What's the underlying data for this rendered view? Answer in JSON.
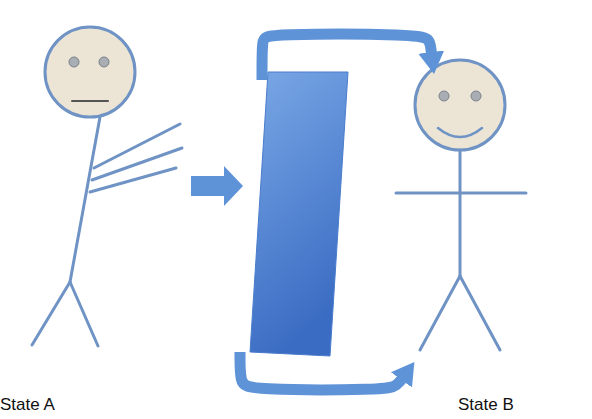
{
  "diagram": {
    "nodes": [
      {
        "text": [
          "State A"
        ]
      },
      {
        "text": [
          "State B"
        ]
      }
    ],
    "edges": [
      {
        "from": 0,
        "to": 1,
        "arrow": "to"
      },
      {
        "from": 0,
        "to": 1,
        "arrow": "to"
      }
    ]
  }
}
